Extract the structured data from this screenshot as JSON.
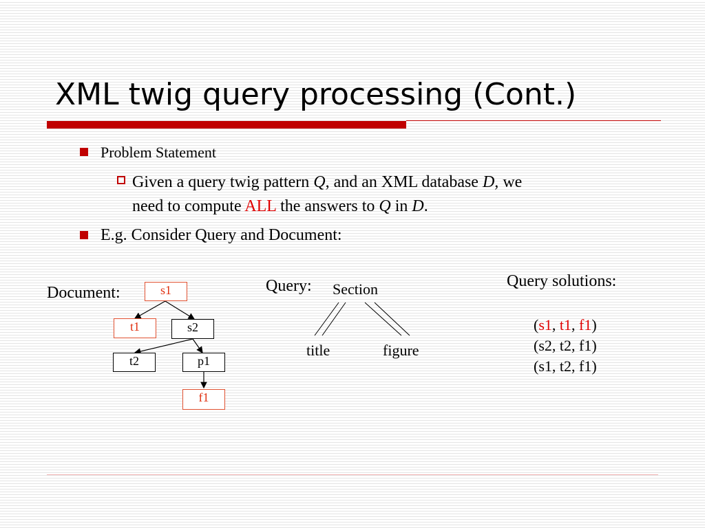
{
  "slide": {
    "title": "XML twig query processing (Cont.)",
    "bullet1": "Problem Statement",
    "sub1": {
      "line1_a": "Given a query twig pattern ",
      "q1": "Q",
      "line1_b": ", and an XML database ",
      "d1": "D,",
      "line1_c": " we",
      "line2_a": "need to compute ",
      "all": "ALL",
      "line2_b": " the answers to ",
      "q2": "Q",
      "line2_c": " in ",
      "d2": "D",
      "line2_d": "."
    },
    "bullet2": "E.g. Consider Query and Document:"
  },
  "document": {
    "label": "Document:",
    "nodes": {
      "s1": "s1",
      "t1": "t1",
      "s2": "s2",
      "t2": "t2",
      "p1": "p1",
      "f1": "f1"
    }
  },
  "query": {
    "label": "Query:",
    "root": "Section",
    "left": "title",
    "right": "figure"
  },
  "solutions": {
    "label": "Query solutions:",
    "rows": [
      [
        "s1",
        "t1",
        "f1"
      ],
      [
        "s2",
        "t2",
        "f1"
      ],
      [
        "s1",
        "t2",
        "f1"
      ]
    ]
  },
  "colors": {
    "accent": "#c00000",
    "highlight": "#e00000"
  }
}
